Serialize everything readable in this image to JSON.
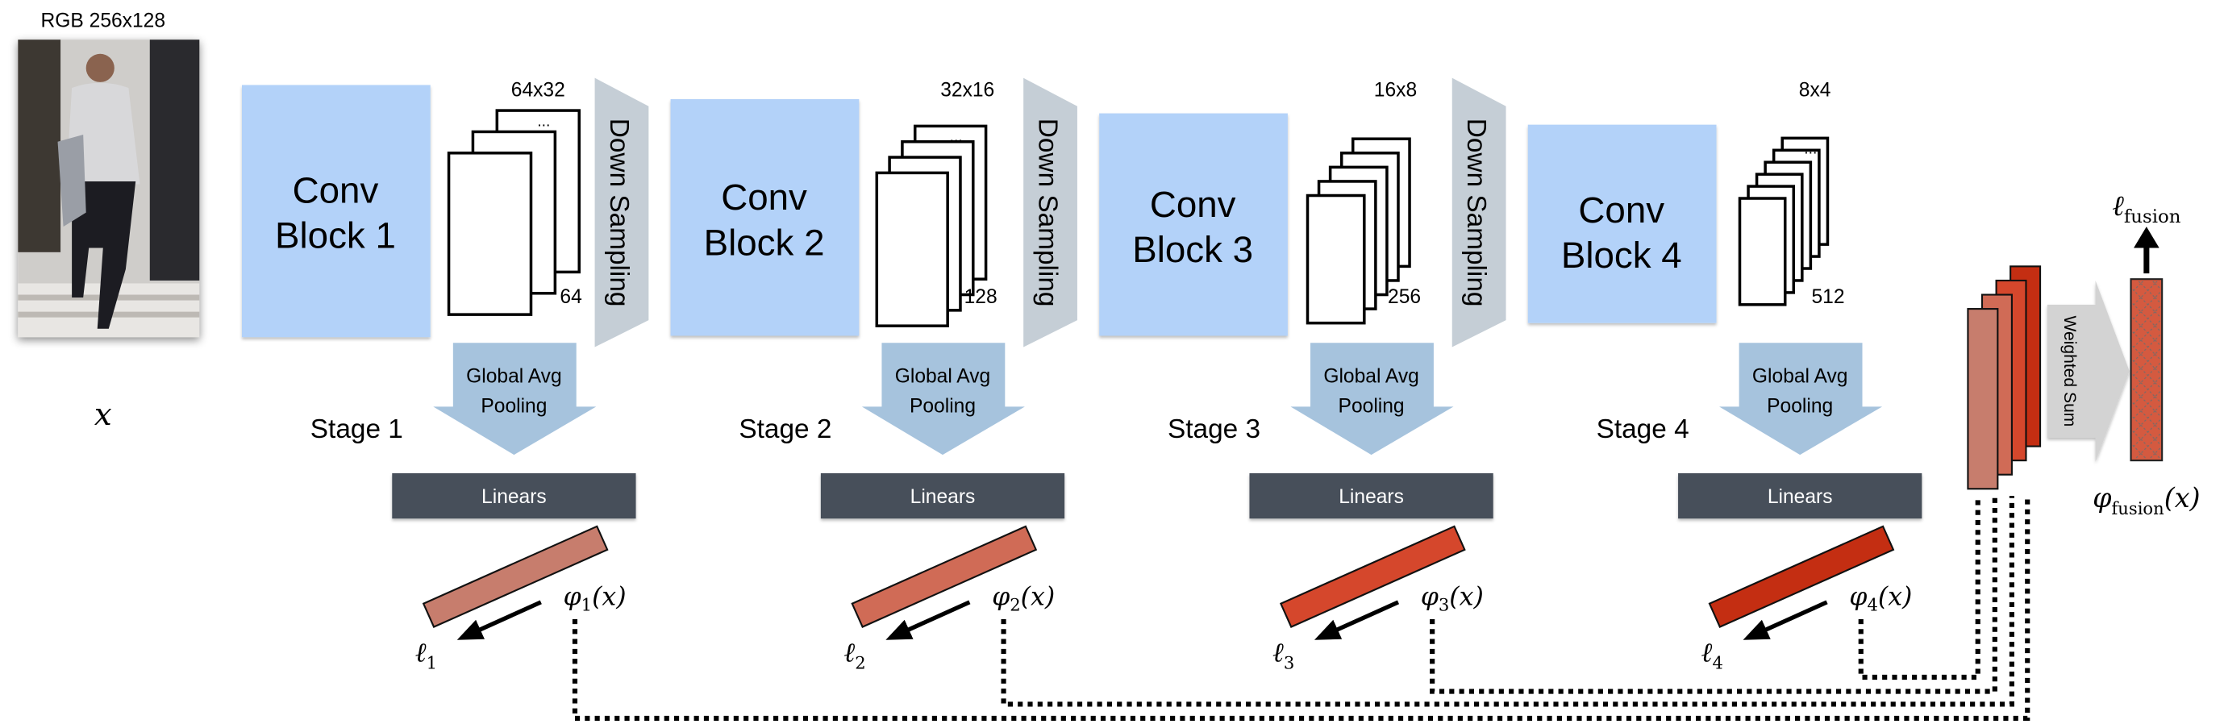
{
  "input": {
    "size_label": "RGB 256x128",
    "symbol": "x"
  },
  "stages": [
    {
      "stage_label": "Stage 1",
      "conv_line1": "Conv",
      "conv_line2": "Block 1",
      "spatial": "64x32",
      "channels": "64",
      "maps": 3,
      "has_downsampling": true,
      "embedding": "φ",
      "embedding_sub": "1",
      "loss": "ℓ",
      "loss_sub": "1",
      "color": "#c77d6d"
    },
    {
      "stage_label": "Stage 2",
      "conv_line1": "Conv",
      "conv_line2": "Block 2",
      "spatial": "32x16",
      "channels": "128",
      "maps": 4,
      "has_downsampling": true,
      "embedding": "φ",
      "embedding_sub": "2",
      "loss": "ℓ",
      "loss_sub": "2",
      "color": "#d06b56"
    },
    {
      "stage_label": "Stage 3",
      "conv_line1": "Conv",
      "conv_line2": "Block 3",
      "spatial": "16x8",
      "channels": "256",
      "maps": 5,
      "has_downsampling": true,
      "embedding": "φ",
      "embedding_sub": "3",
      "loss": "ℓ",
      "loss_sub": "3",
      "color": "#d5472c"
    },
    {
      "stage_label": "Stage 4",
      "conv_line1": "Conv",
      "conv_line2": "Block 4",
      "spatial": "8x4",
      "channels": "512",
      "maps": 6,
      "has_downsampling": false,
      "embedding": "φ",
      "embedding_sub": "4",
      "loss": "ℓ",
      "loss_sub": "4",
      "color": "#c42e12"
    }
  ],
  "labels": {
    "down_sampling": "Down Sampling",
    "pool_line1": "Global Avg",
    "pool_line2": "Pooling",
    "linears": "Linears",
    "ellipsis": "...",
    "embedding_arg": "(x)"
  },
  "fusion": {
    "weighted_sum": "Weighted Sum",
    "embedding": "φ",
    "embedding_sub": "fusion",
    "embedding_arg": "(x)",
    "loss": "ℓ",
    "loss_sub": "fusion",
    "color": "#d45a40"
  },
  "colors": {
    "conv_block": "#b3d2f9",
    "down_sampling": "#c5ced6",
    "pooling": "#a6c3dd",
    "linears": "#47505a",
    "weighted_sum": "#d3d3d3"
  }
}
